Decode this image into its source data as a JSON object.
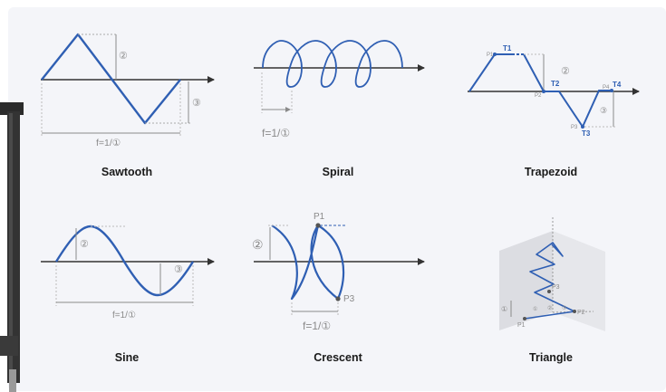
{
  "captions": {
    "sawtooth": "Sawtooth",
    "spiral": "Spiral",
    "trapezoid": "Trapezoid",
    "sine": "Sine",
    "crescent": "Crescent",
    "triangle": "Triangle"
  },
  "markers": {
    "one": "①",
    "two": "②",
    "three": "③"
  },
  "labels": {
    "freq": "f=1/①",
    "p1": "P1",
    "p2": "P2",
    "p3": "P3",
    "p4": "P4",
    "t1": "T1",
    "t2": "T2",
    "t3": "T3",
    "t4": "T4"
  },
  "colors": {
    "panel": "#f4f5f9",
    "wave": "#2f5fb3",
    "axis": "#333333",
    "dim": "#8a8a8a"
  }
}
